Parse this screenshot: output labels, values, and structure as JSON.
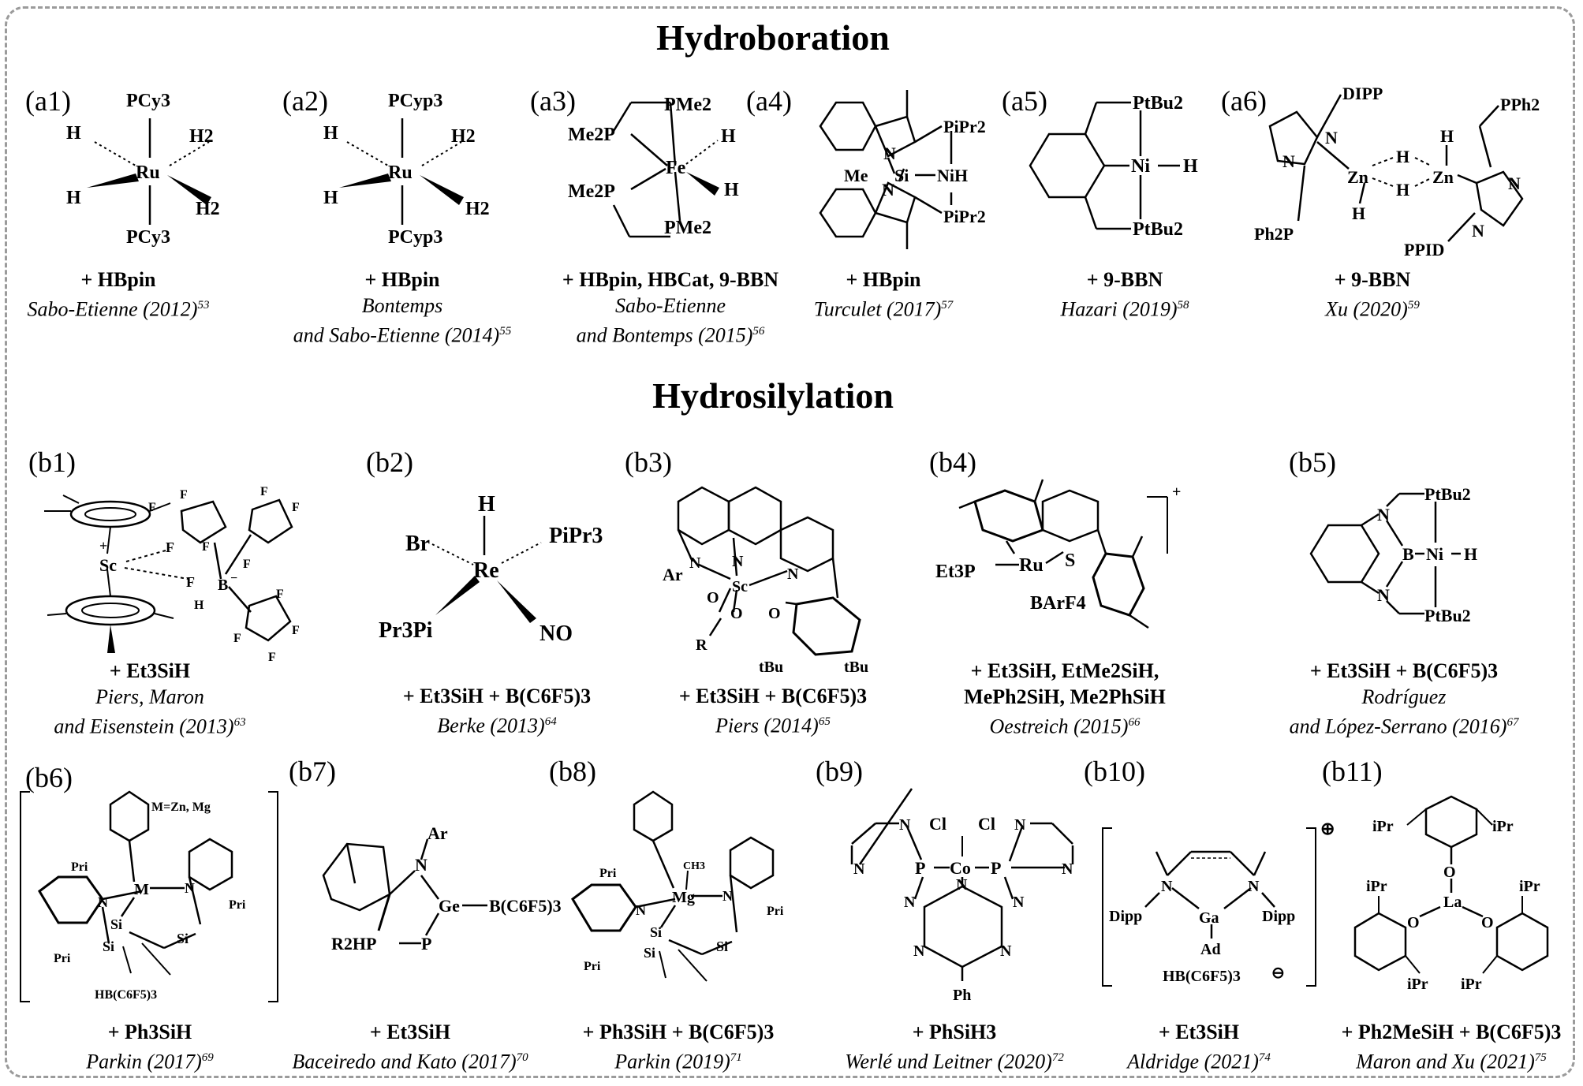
{
  "sections": {
    "hydroboration": "Hydroboration",
    "hydrosilylation": "Hydrosilylation"
  },
  "panels": {
    "a1": {
      "label": "(a1)",
      "reagent": "+ HBpin",
      "cite_lines": [
        "Sabo-Etienne (2012)"
      ],
      "ref": "53",
      "atoms": {
        "top": "PCy3",
        "bottom": "PCy3",
        "metal": "Ru",
        "ul": "H",
        "ur": "H2",
        "ll": "H",
        "lr": "H2"
      }
    },
    "a2": {
      "label": "(a2)",
      "reagent": "+ HBpin",
      "cite_lines": [
        "Bontemps",
        "and Sabo-Etienne (2014)"
      ],
      "ref": "55",
      "atoms": {
        "top": "PCyp3",
        "bottom": "PCyp3",
        "metal": "Ru",
        "ul": "H",
        "ur": "H2",
        "ll": "H",
        "lr": "H2"
      }
    },
    "a3": {
      "label": "(a3)",
      "reagent": "+ HBpin, HBCat, 9-BBN",
      "cite_lines": [
        "Sabo-Etienne",
        "and Bontemps (2015)"
      ],
      "ref": "56",
      "atoms": {
        "p1": "PMe2",
        "p2": "Me2P",
        "p3": "Me2P",
        "p4": "PMe2",
        "metal": "Fe",
        "h1": "H",
        "h2": "H"
      }
    },
    "a4": {
      "label": "(a4)",
      "reagent": "+ HBpin",
      "cite_lines": [
        "Turculet (2017)"
      ],
      "ref": "57",
      "atoms": {
        "p1": "PiPr2",
        "p2": "PiPr2",
        "si": "Si",
        "nih": "NiH",
        "me": "Me",
        "n1": "N",
        "n2": "N"
      }
    },
    "a5": {
      "label": "(a5)",
      "reagent": "+ 9-BBN",
      "cite_lines": [
        "Hazari (2019)"
      ],
      "ref": "58",
      "atoms": {
        "p1": "PtBu2",
        "p2": "PtBu2",
        "ni": "Ni",
        "h": "H"
      }
    },
    "a6": {
      "label": "(a6)",
      "reagent": "+ 9-BBN",
      "cite_lines": [
        "Xu (2020)"
      ],
      "ref": "59",
      "atoms": {
        "dipp": "DIPP",
        "pph2": "PPh2",
        "ph2p": "Ph2P",
        "ppid": "PPID",
        "zn": "Zn",
        "h": "H",
        "n": "N"
      }
    },
    "b1": {
      "label": "(b1)",
      "reagent": "+ Et3SiH",
      "cite_lines": [
        "Piers, Maron",
        "and Eisenstein (2013)"
      ],
      "ref": "63",
      "atoms": {
        "sc": "Sc",
        "plus": "+",
        "f": "F",
        "b": "B",
        "bminus": "−",
        "h": "H"
      }
    },
    "b2": {
      "label": "(b2)",
      "reagent": "+ Et3SiH + B(C6F5)3",
      "cite_lines": [
        "Berke (2013)"
      ],
      "ref": "64",
      "atoms": {
        "h": "H",
        "br": "Br",
        "pipr3": "PiPr3",
        "re": "Re",
        "pr3pi": "Pr3Pi",
        "no": "NO"
      }
    },
    "b3": {
      "label": "(b3)",
      "reagent": "+ Et3SiH + B(C6F5)3",
      "cite_lines": [
        "Piers (2014)"
      ],
      "ref": "65",
      "atoms": {
        "ar": "Ar",
        "n": "N",
        "sc": "Sc",
        "o": "O",
        "r": "R",
        "tbu": "tBu"
      }
    },
    "b4": {
      "label": "(b4)",
      "reagent_lines": [
        "+ Et3SiH, EtMe2SiH,",
        "MePh2SiH, Me2PhSiH"
      ],
      "cite_lines": [
        "Oestreich (2015)"
      ],
      "ref": "66",
      "atoms": {
        "et3p": "Et3P",
        "ru": "Ru",
        "s": "S",
        "barf": "BArF4",
        "charge": "+"
      }
    },
    "b5": {
      "label": "(b5)",
      "reagent": "+ Et3SiH + B(C6F5)3",
      "cite_lines": [
        "Rodríguez",
        "and López-Serrano (2016)"
      ],
      "ref": "67",
      "atoms": {
        "p1": "PtBu2",
        "p2": "PtBu2",
        "n": "N",
        "b": "B",
        "ni": "Ni",
        "h": "H"
      }
    },
    "b6": {
      "label": "(b6)",
      "reagent": "+ Ph3SiH",
      "cite_lines": [
        "Parkin (2017)"
      ],
      "ref": "69",
      "atoms": {
        "mzn": "M=Zn, Mg",
        "m": "M",
        "si": "Si",
        "n": "N",
        "pri": "Pri",
        "anion": "HB(C6F5)3"
      }
    },
    "b7": {
      "label": "(b7)",
      "reagent": "+ Et3SiH",
      "cite_lines": [
        "Baceiredo and Kato (2017)"
      ],
      "ref": "70",
      "atoms": {
        "ar": "Ar",
        "n": "N",
        "ge": "Ge",
        "bc6f5": "B(C6F5)3",
        "r2hp": "R2HP",
        "p": "P"
      }
    },
    "b8": {
      "label": "(b8)",
      "reagent": "+ Ph3SiH + B(C6F5)3",
      "cite_lines": [
        "Parkin (2019)"
      ],
      "ref": "71",
      "atoms": {
        "mg": "Mg",
        "ch3": "CH3",
        "si": "Si",
        "n": "N",
        "pri": "Pri"
      }
    },
    "b9": {
      "label": "(b9)",
      "reagent": "+ PhSiH3",
      "cite_lines": [
        "Werlé und Leitner (2020)"
      ],
      "ref": "72",
      "atoms": {
        "cl": "Cl",
        "co": "Co",
        "p": "P",
        "n": "N",
        "ph": "Ph"
      }
    },
    "b10": {
      "label": "(b10)",
      "reagent": "+ Et3SiH",
      "cite_lines": [
        "Aldridge (2021)"
      ],
      "ref": "74",
      "atoms": {
        "dipp": "Dipp",
        "ga": "Ga",
        "ad": "Ad",
        "n": "N",
        "anion": "HB(C6F5)3",
        "plus": "⊕",
        "minus": "⊖"
      }
    },
    "b11": {
      "label": "(b11)",
      "reagent": "+ Ph2MeSiH + B(C6F5)3",
      "cite_lines": [
        "Maron and Xu (2021)"
      ],
      "ref": "75",
      "atoms": {
        "ipr": "iPr",
        "o": "O",
        "la": "La"
      }
    }
  }
}
